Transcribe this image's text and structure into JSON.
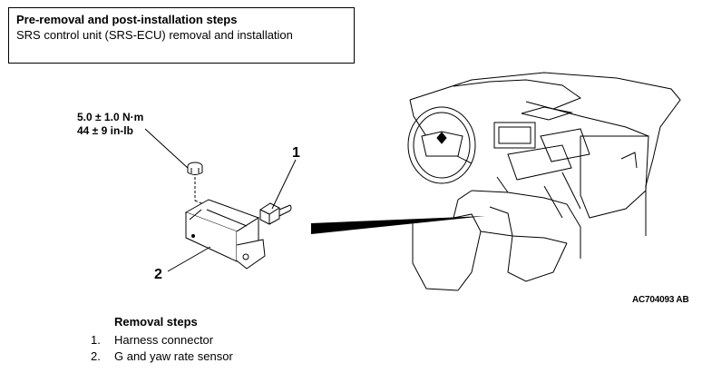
{
  "header": {
    "title": "Pre-removal and post-installation steps",
    "subtitle": "SRS control unit (SRS-ECU) removal and installation"
  },
  "torque": {
    "metric": "5.0 ± 1.0 N·m",
    "imperial": "44 ± 9 in-lb"
  },
  "callouts": [
    "1",
    "2"
  ],
  "figure_code": "AC704093 AB",
  "removal_steps": {
    "title": "Removal steps",
    "items": [
      {
        "num": "1.",
        "label": "Harness connector"
      },
      {
        "num": "2.",
        "label": "G and yaw rate sensor"
      }
    ]
  }
}
